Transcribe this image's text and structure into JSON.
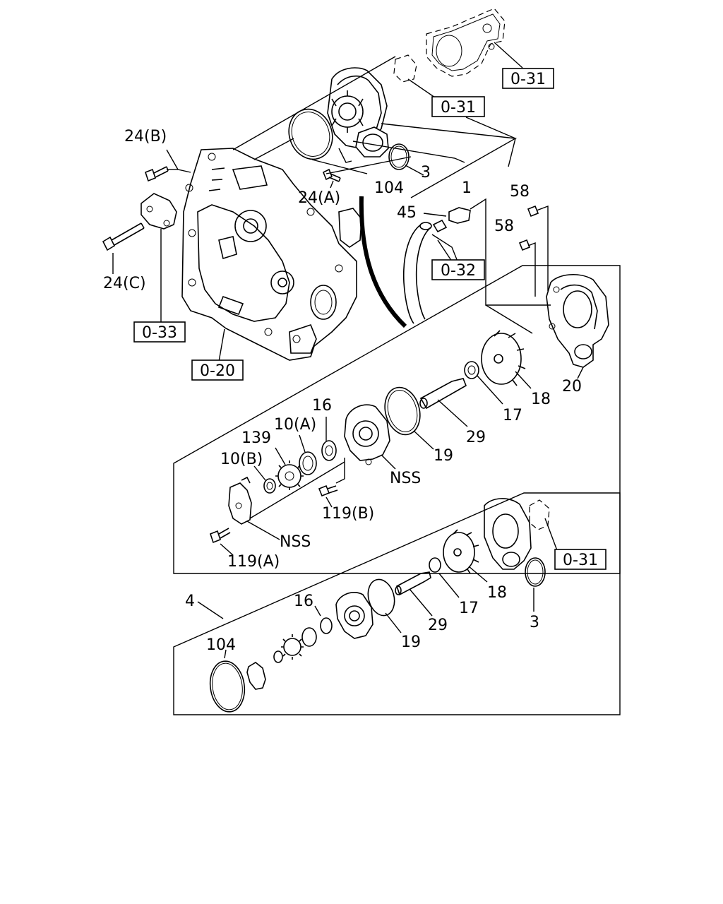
{
  "labels": {
    "l_24b": "24(B)",
    "l_24a": "24(A)",
    "l_24c": "24(C)",
    "l_104_top": "104",
    "l_3_top": "3",
    "l_1": "1",
    "l_45": "45",
    "l_58a": "58",
    "l_58b": "58",
    "l_20": "20",
    "l_18": "18",
    "l_17": "17",
    "l_29": "29",
    "l_19": "19",
    "l_16": "16",
    "l_10a": "10(A)",
    "l_139": "139",
    "l_10b": "10(B)",
    "l_nss1": "NSS",
    "l_119b": "119(B)",
    "l_nss2": "NSS",
    "l_119a": "119(A)",
    "l_4": "4",
    "l_16b": "16",
    "l_104b": "104",
    "l_19b": "19",
    "l_29b": "29",
    "l_17b": "17",
    "l_18b": "18",
    "l_3b": "3"
  },
  "refs": {
    "r_031a": "0-31",
    "r_031b": "0-31",
    "r_032": "0-32",
    "r_033": "0-33",
    "r_020": "0-20",
    "r_031c": "0-31"
  }
}
